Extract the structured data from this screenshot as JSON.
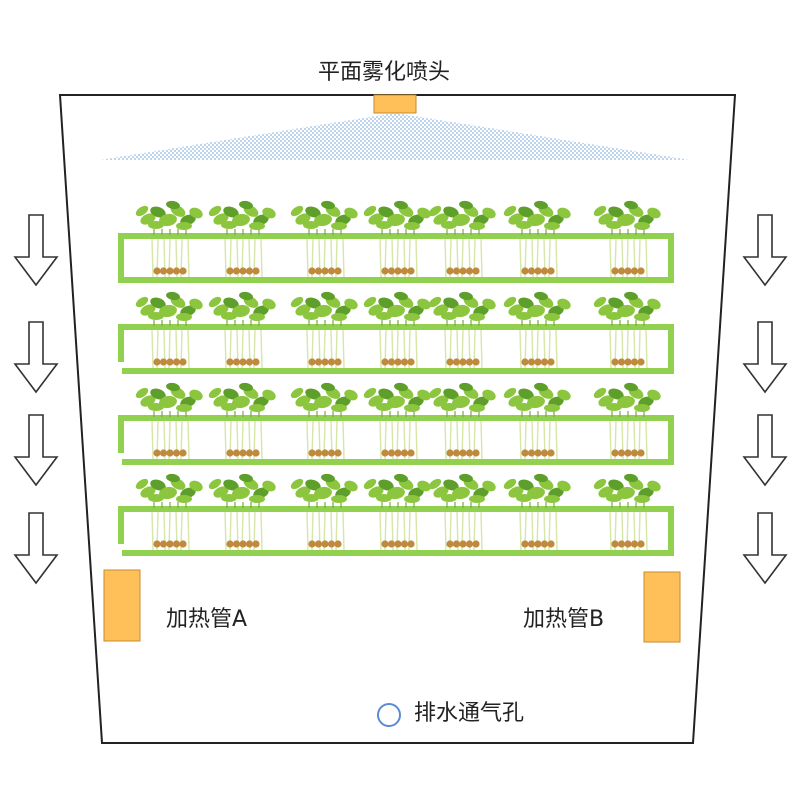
{
  "labels": {
    "nozzle": "平面雾化喷头",
    "heater_a": "加热管A",
    "heater_b": "加热管B",
    "drain": "排水通气孔"
  },
  "diagram": {
    "tiers": 4,
    "plants_per_tier": 7,
    "arrows_per_side": 4,
    "arrow_direction": "down"
  },
  "colors": {
    "tray": "#92d050",
    "heater": "#ffc05a",
    "heater_border": "#c98a2c",
    "mist": "#8eb4e3",
    "leaf": "#8cc63e",
    "leaf_dark": "#5e9e2a",
    "seed": "#c08a3e",
    "root": "#d6e6a8",
    "drain_circle": "#5b8bd6",
    "outline": "#222222"
  }
}
